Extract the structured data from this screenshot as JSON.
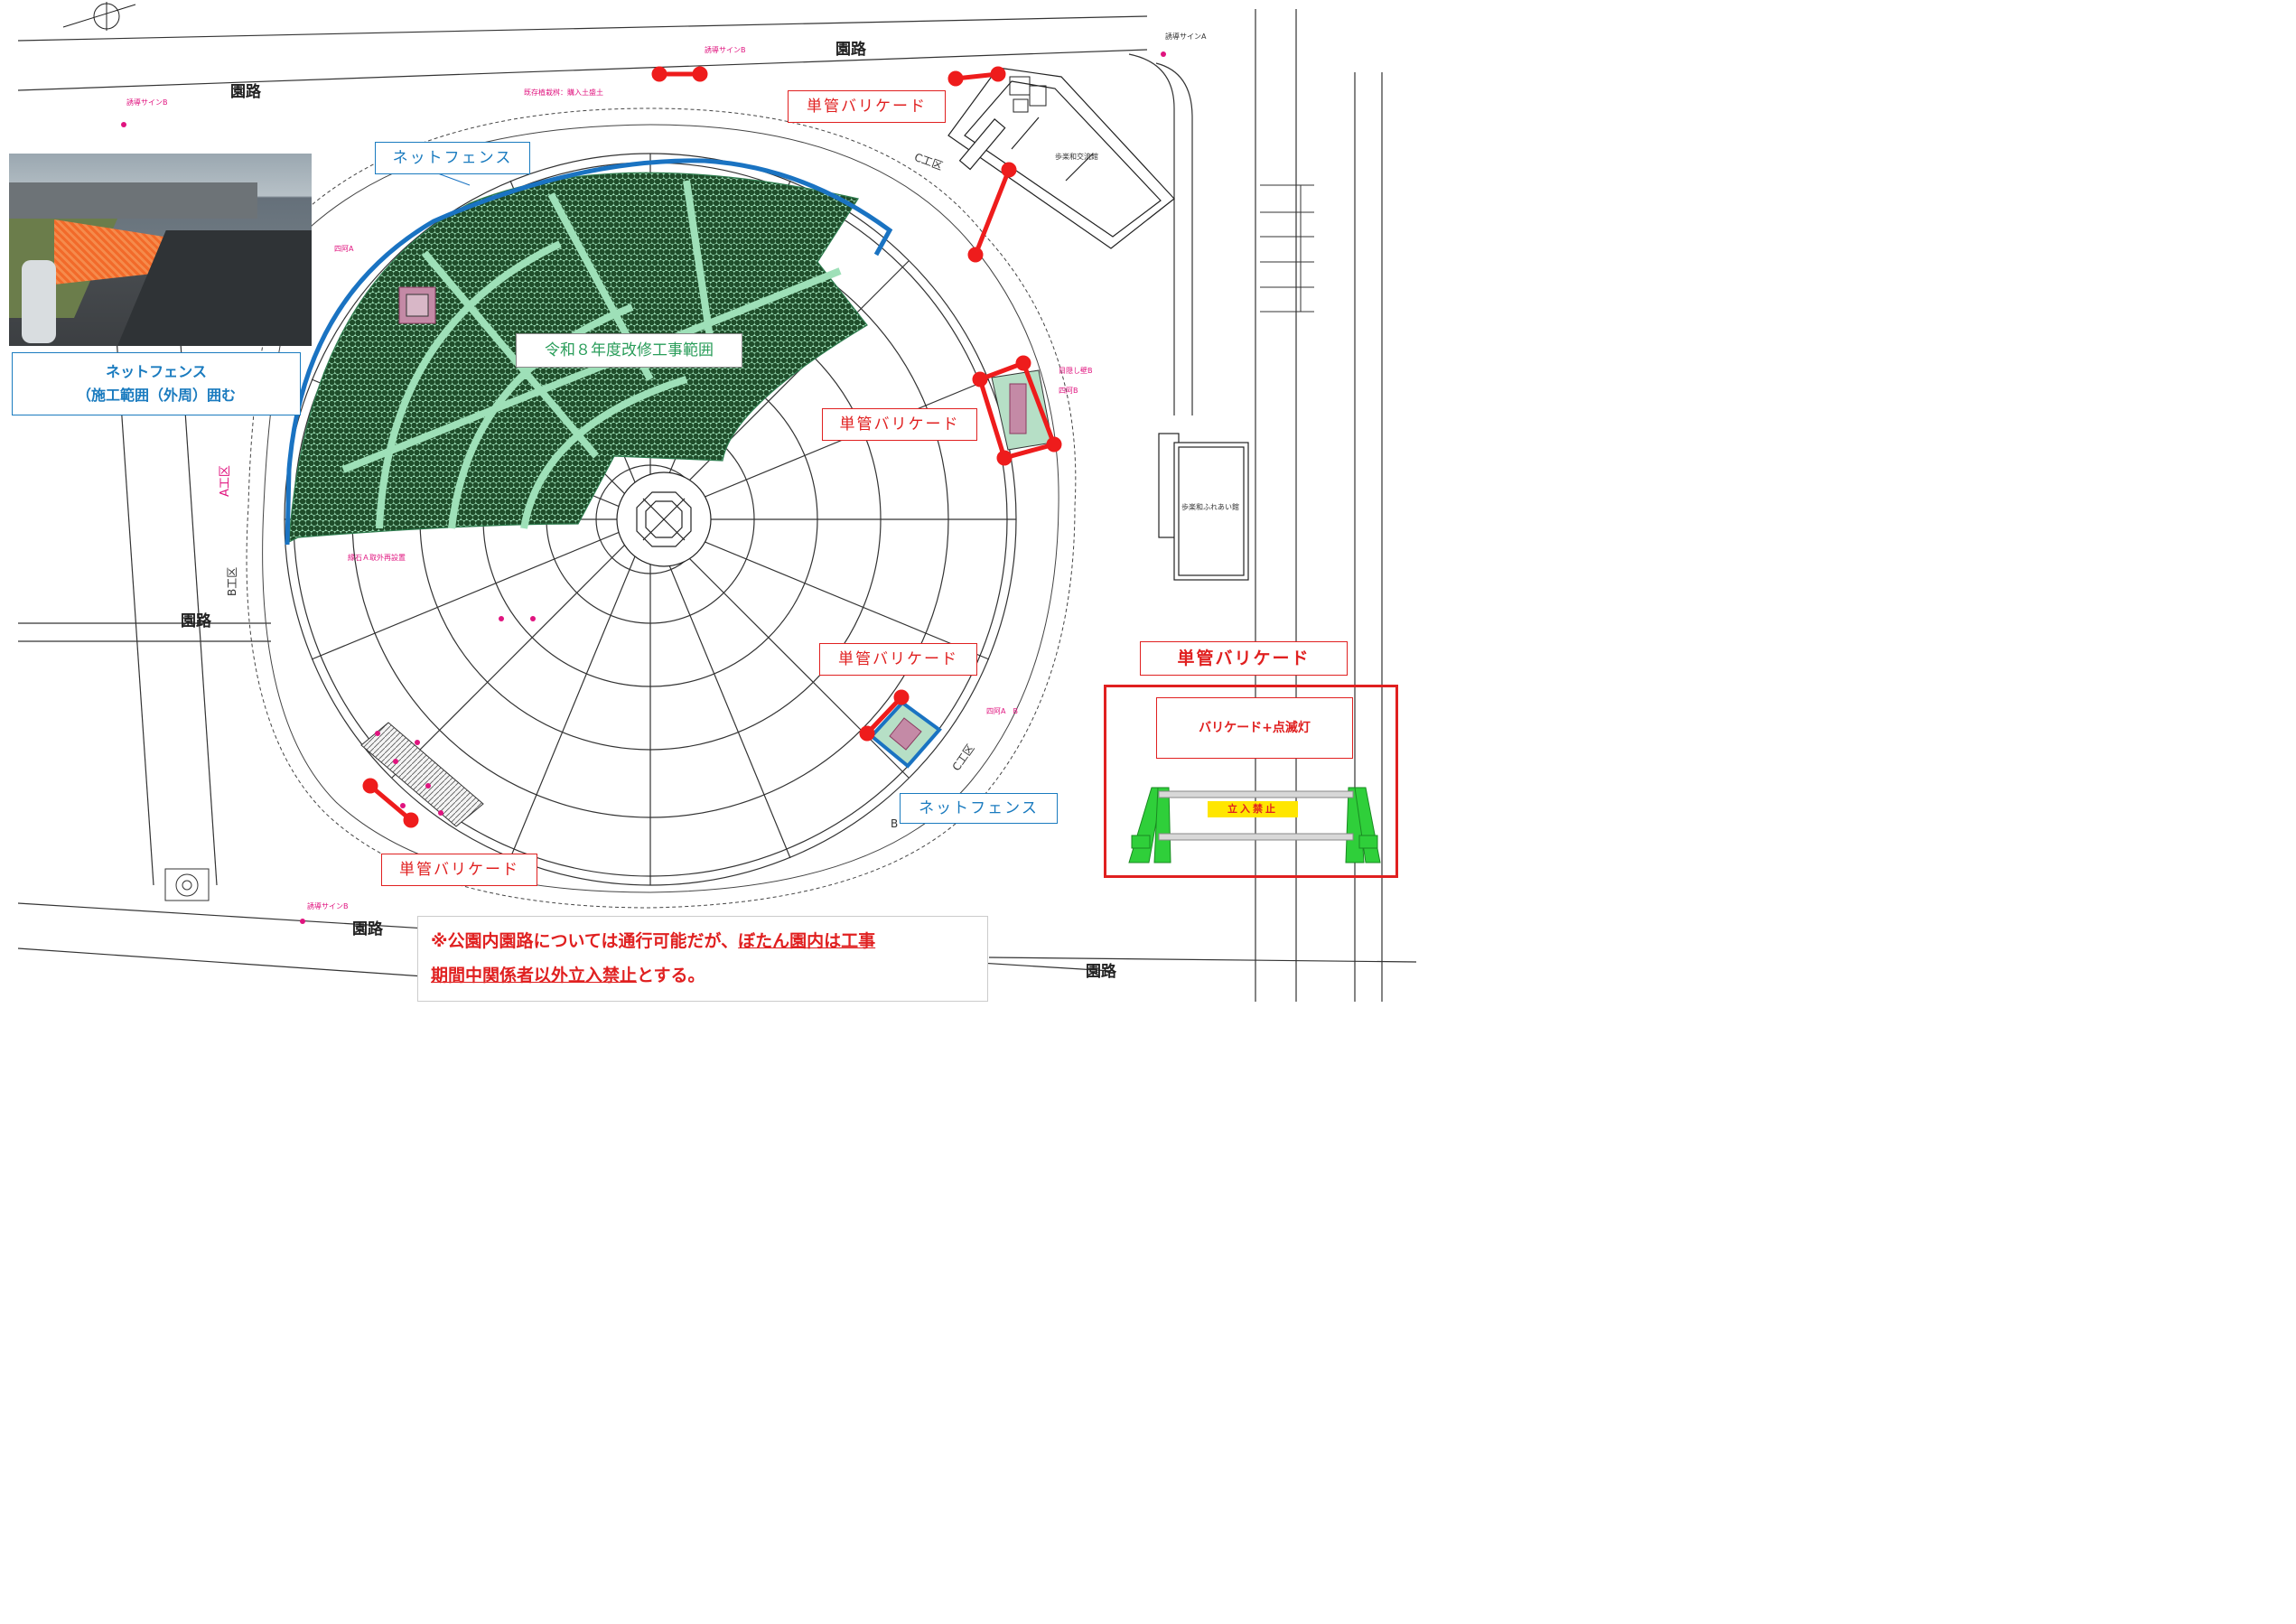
{
  "roads": [
    "園路",
    "園路",
    "園路",
    "園路",
    "園路"
  ],
  "buildings": {
    "koryukan": "歩楽和交流館",
    "fureaikan": "歩楽和ふれあい館"
  },
  "works_area": "令和８年度改修工事範囲",
  "labels": {
    "barricade": "単管バリケード",
    "net_fence": "ネットフェンス",
    "net_fence_note_line1": "ネットフェンス",
    "net_fence_note_line2": "（施工範囲（外周）囲む"
  },
  "zones": {
    "a": "A工区",
    "b": "B工区",
    "c": "C工区",
    "c2": "C工区",
    "b2": "B"
  },
  "small_labels": {
    "sign_a": "誘導サインA",
    "sign_b1": "誘導サインB",
    "sign_b2": "誘導サインB",
    "sign_b3": "誘導サインB",
    "existing_trees": "既存植栽桝：購入土盛土",
    "azumaya_a": "四阿A",
    "azumaya_b": "四阿B",
    "azumaya_ab": "四阿A　B",
    "screen_wall": "目隠し壁B",
    "curb": "縁石Ａ取外再設置"
  },
  "legend": {
    "title": "単管バリケード",
    "inner": "バリケード+点滅灯",
    "sign": "立入禁止"
  },
  "notice": {
    "prefix": "※公園内園路については通行可能だが、",
    "underline1": "ぼたん園内は工事",
    "underline2": "期間中関係者以外立入禁止",
    "suffix": "とする。"
  },
  "colors": {
    "barricade": "#ee1c1c",
    "fence": "#1a73c2",
    "works_fill": "#9ee0b8",
    "shrub": "#1f4d2a",
    "pink": "#e0147f"
  }
}
